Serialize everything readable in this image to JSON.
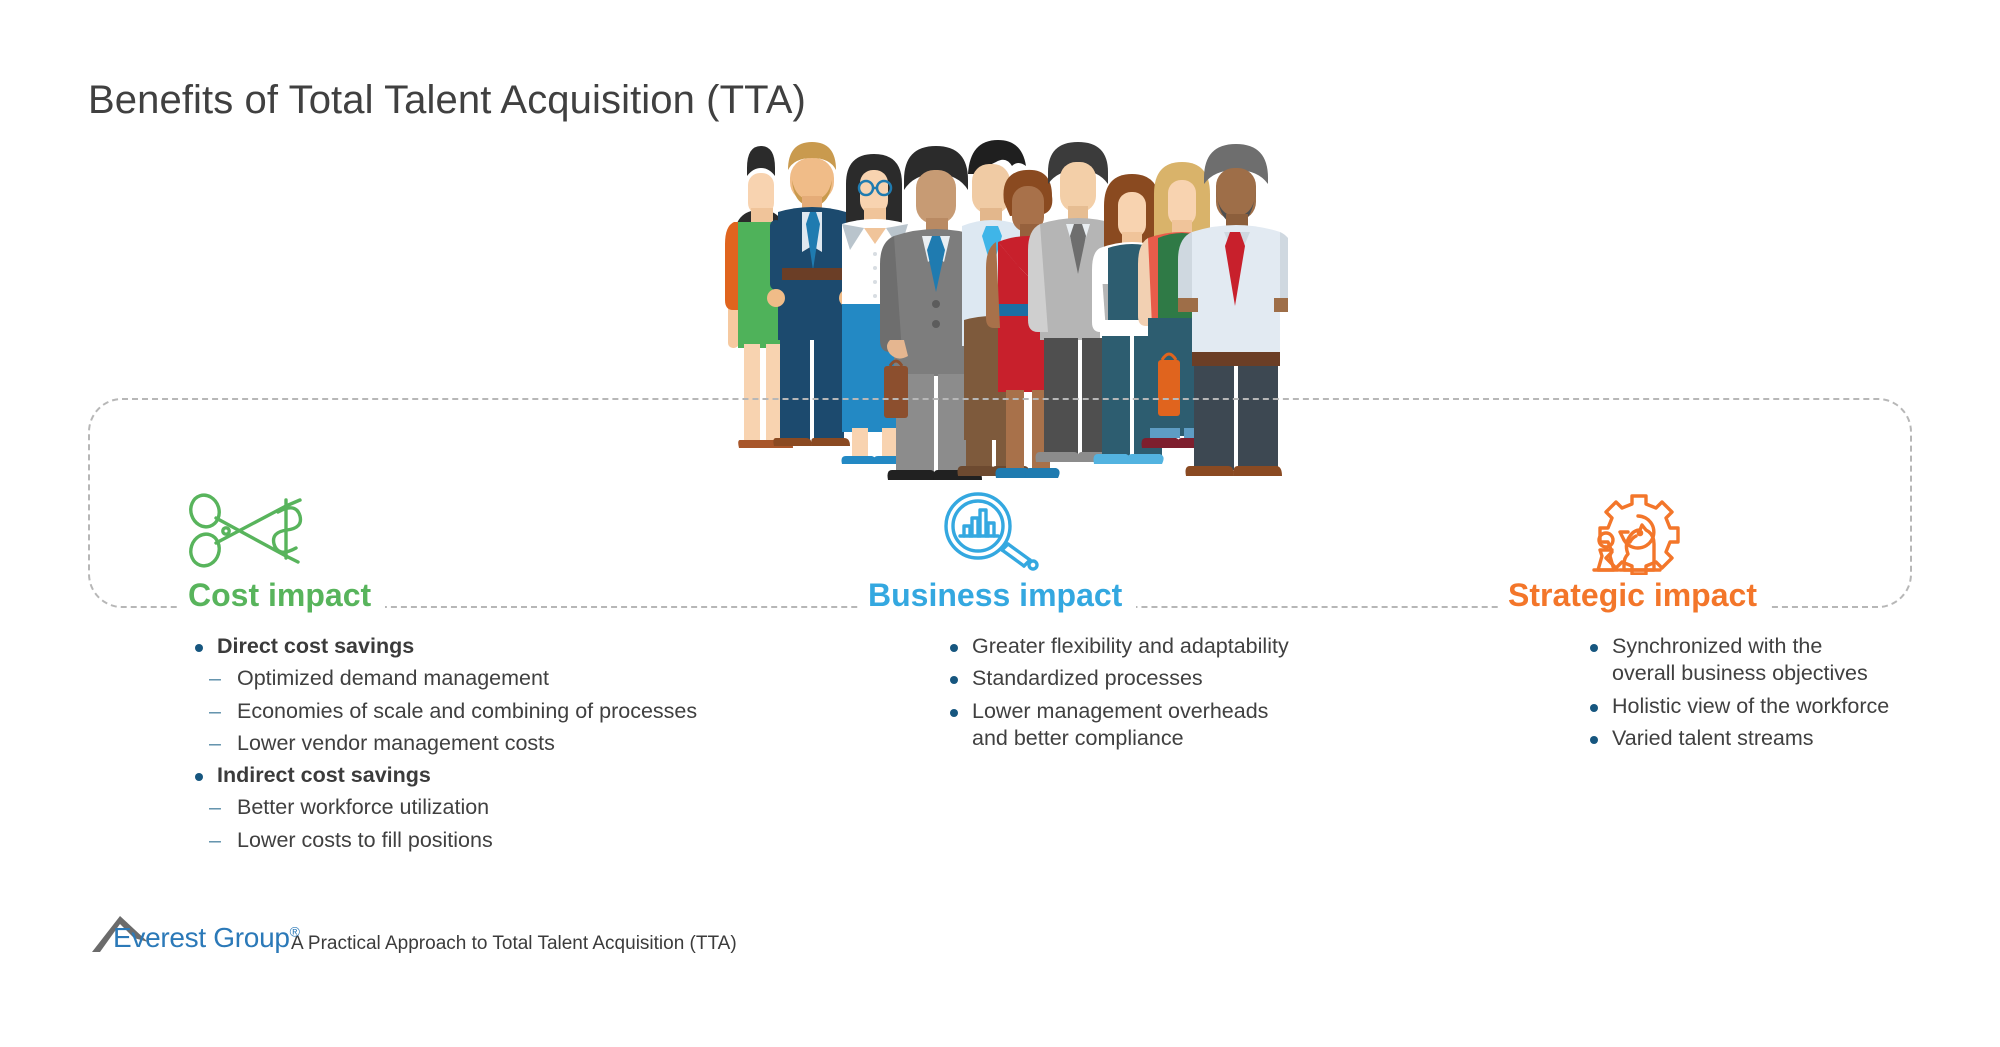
{
  "slide": {
    "title": "Benefits of Total Talent Acquisition (TTA)"
  },
  "illustration": {
    "name": "group-of-business-people-illustration",
    "people_count": 11
  },
  "colors": {
    "cost": "#58b45c",
    "business": "#34a8e0",
    "strategic": "#f3762a",
    "body_text": "#404040",
    "bullet": "#16567f",
    "dash": "#5b8ea8",
    "frame_dash": "#b7b7b7",
    "logo": "#2b79b8"
  },
  "columns": [
    {
      "id": "cost",
      "icon": "scissors-cutting-dollar-icon",
      "heading": "Cost impact",
      "items": [
        {
          "level": 1,
          "bold": true,
          "text": "Direct cost savings"
        },
        {
          "level": 2,
          "bold": false,
          "text": "Optimized demand management"
        },
        {
          "level": 2,
          "bold": false,
          "text": "Economies of scale and combining of processes"
        },
        {
          "level": 2,
          "bold": false,
          "text": "Lower vendor management costs"
        },
        {
          "level": 1,
          "bold": true,
          "text": "Indirect cost savings"
        },
        {
          "level": 2,
          "bold": false,
          "text": "Better workforce utilization"
        },
        {
          "level": 2,
          "bold": false,
          "text": "Lower costs to fill positions"
        }
      ]
    },
    {
      "id": "business",
      "icon": "magnifier-bar-chart-icon",
      "heading": "Business impact",
      "items": [
        {
          "level": 1,
          "bold": false,
          "text": "Greater flexibility and adaptability"
        },
        {
          "level": 1,
          "bold": false,
          "text": "Standardized processes"
        },
        {
          "level": 1,
          "bold": false,
          "text": "Lower management overheads and better compliance"
        }
      ]
    },
    {
      "id": "strategic",
      "icon": "gear-chess-pieces-icon",
      "heading": "Strategic impact",
      "items": [
        {
          "level": 1,
          "bold": false,
          "text": "Synchronized with the overall business objectives"
        },
        {
          "level": 1,
          "bold": false,
          "text": "Holistic view of the workforce"
        },
        {
          "level": 1,
          "bold": false,
          "text": "Varied talent streams"
        }
      ]
    }
  ],
  "footer": {
    "logo_icon": "everest-group-peak-icon",
    "logo_text": "Everest Group",
    "logo_registered": "®",
    "caption": "A Practical Approach to Total Talent Acquisition (TTA)"
  }
}
